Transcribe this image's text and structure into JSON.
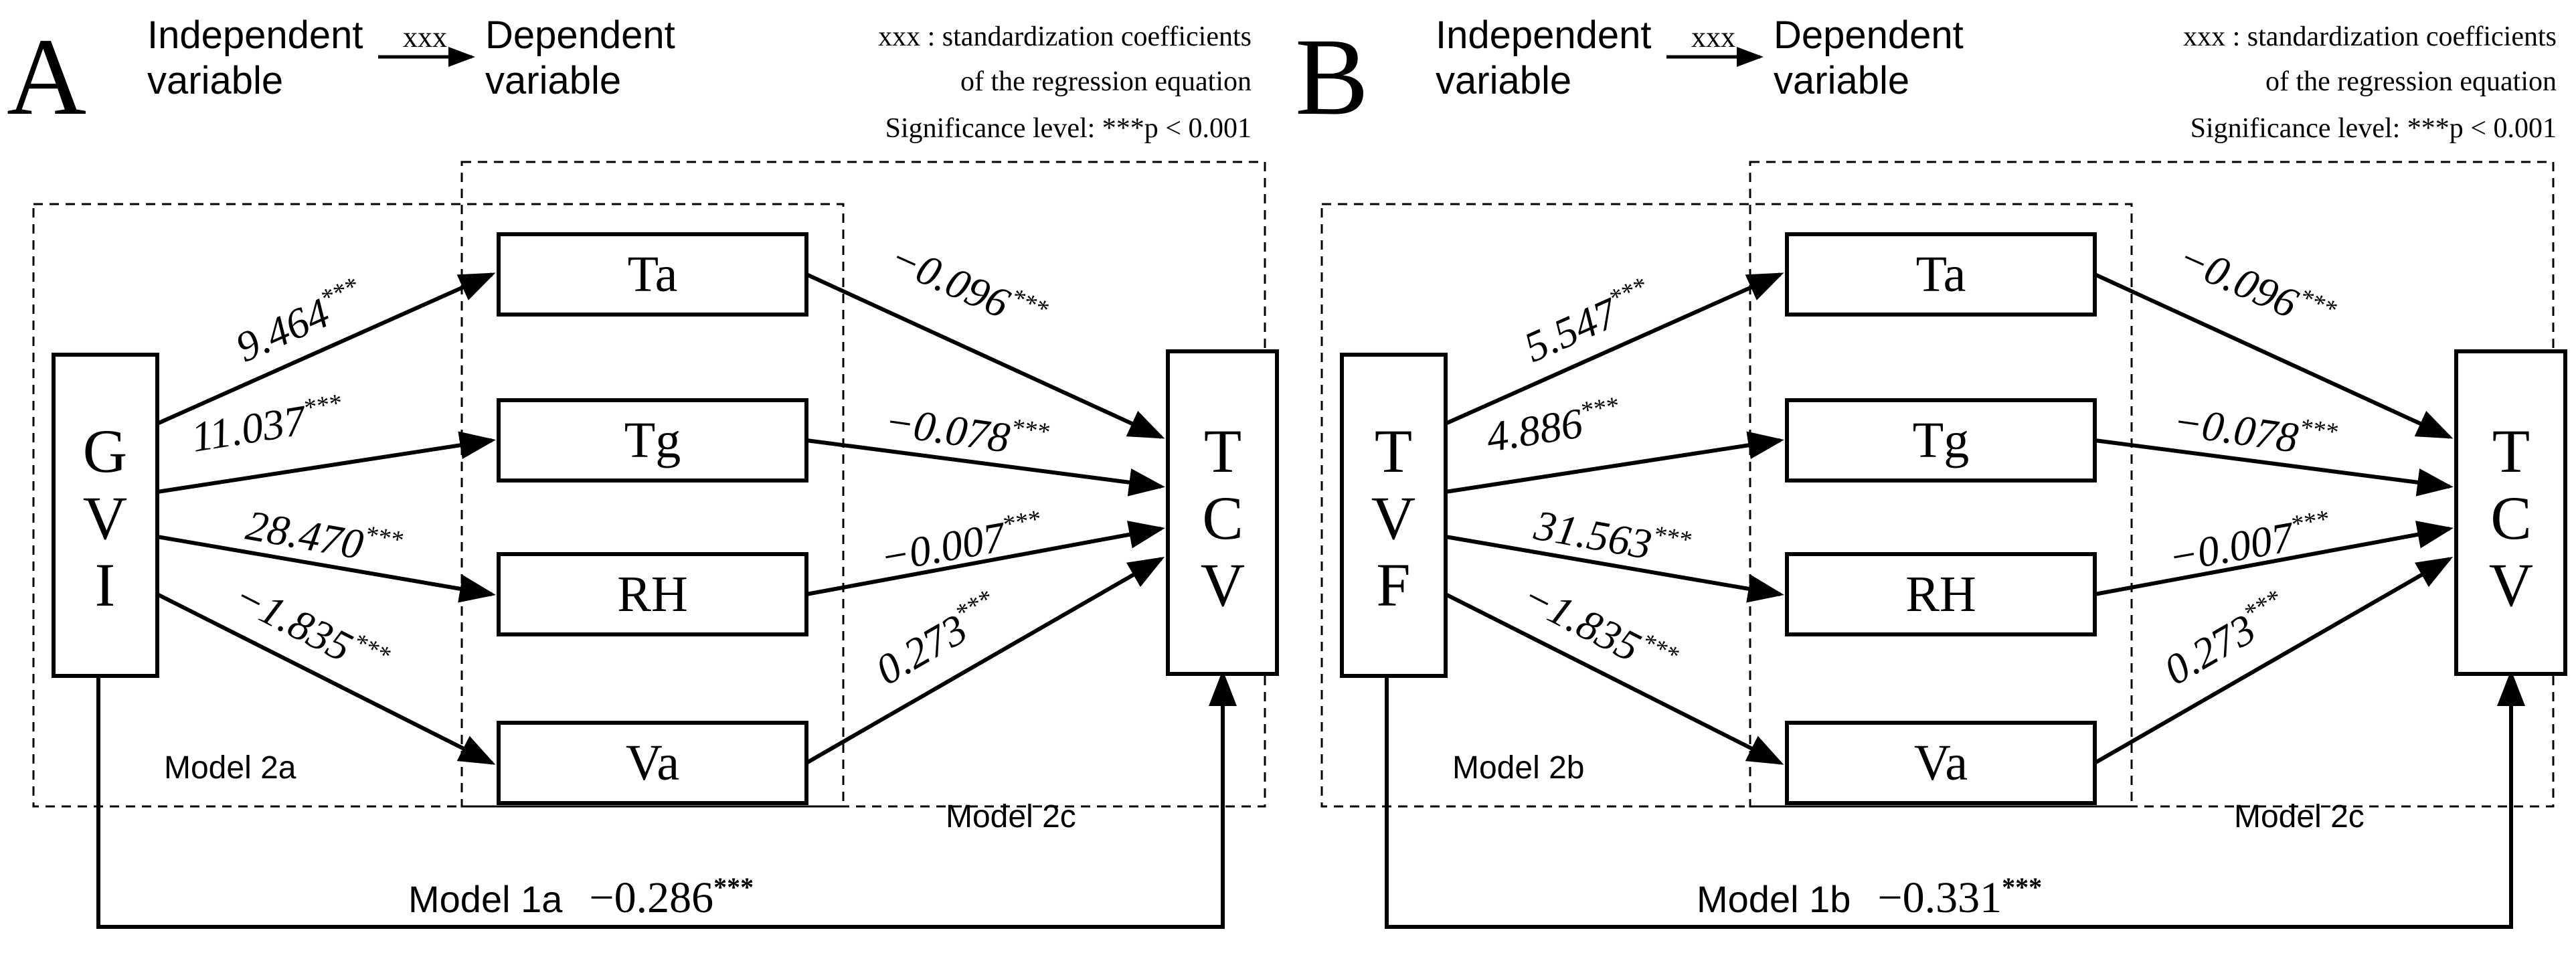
{
  "panels": [
    {
      "letter": "A",
      "legend": {
        "independent_line1": "Independent",
        "independent_line2": "variable",
        "arrow_label": "xxx",
        "dependent_line1": "Dependent",
        "dependent_line2": "variable",
        "note_line1": "xxx : standardization coefficients",
        "note_line2": "of the regression equation",
        "note_line3": "Significance level: ***p < 0.001"
      },
      "independent": {
        "letters": [
          "G",
          "V",
          "I"
        ]
      },
      "dependent": {
        "letters": [
          "T",
          "C",
          "V"
        ]
      },
      "mediators": [
        {
          "label": "Ta",
          "in_coef": "9.464",
          "in_sig": "***",
          "out_coef": "−0.096",
          "out_sig": "***"
        },
        {
          "label": "Tg",
          "in_coef": "11.037",
          "in_sig": "***",
          "out_coef": "−0.078",
          "out_sig": "***"
        },
        {
          "label": "RH",
          "in_coef": "28.470",
          "in_sig": "***",
          "out_coef": "−0.007",
          "out_sig": "***"
        },
        {
          "label": "Va",
          "in_coef": "−1.835",
          "in_sig": "***",
          "out_coef": "0.273",
          "out_sig": "***"
        }
      ],
      "model_left": "Model 2a",
      "model_right": "Model 2c",
      "direct": {
        "model": "Model 1a",
        "coef": "−0.286",
        "sig": "***"
      }
    },
    {
      "letter": "B",
      "legend": {
        "independent_line1": "Independent",
        "independent_line2": "variable",
        "arrow_label": "xxx",
        "dependent_line1": "Dependent",
        "dependent_line2": "variable",
        "note_line1": "xxx : standardization coefficients",
        "note_line2": "of the regression equation",
        "note_line3": "Significance level: ***p < 0.001"
      },
      "independent": {
        "letters": [
          "T",
          "V",
          "F"
        ]
      },
      "dependent": {
        "letters": [
          "T",
          "C",
          "V"
        ]
      },
      "mediators": [
        {
          "label": "Ta",
          "in_coef": "5.547",
          "in_sig": "***",
          "out_coef": "−0.096",
          "out_sig": "***"
        },
        {
          "label": "Tg",
          "in_coef": "4.886",
          "in_sig": "***",
          "out_coef": "−0.078",
          "out_sig": "***"
        },
        {
          "label": "RH",
          "in_coef": "31.563",
          "in_sig": "***",
          "out_coef": "−0.007",
          "out_sig": "***"
        },
        {
          "label": "Va",
          "in_coef": "−1.835",
          "in_sig": "***",
          "out_coef": "0.273",
          "out_sig": "***"
        }
      ],
      "model_left": "Model 2b",
      "model_right": "Model 2c",
      "direct": {
        "model": "Model 1b",
        "coef": "−0.331",
        "sig": "***"
      }
    }
  ]
}
